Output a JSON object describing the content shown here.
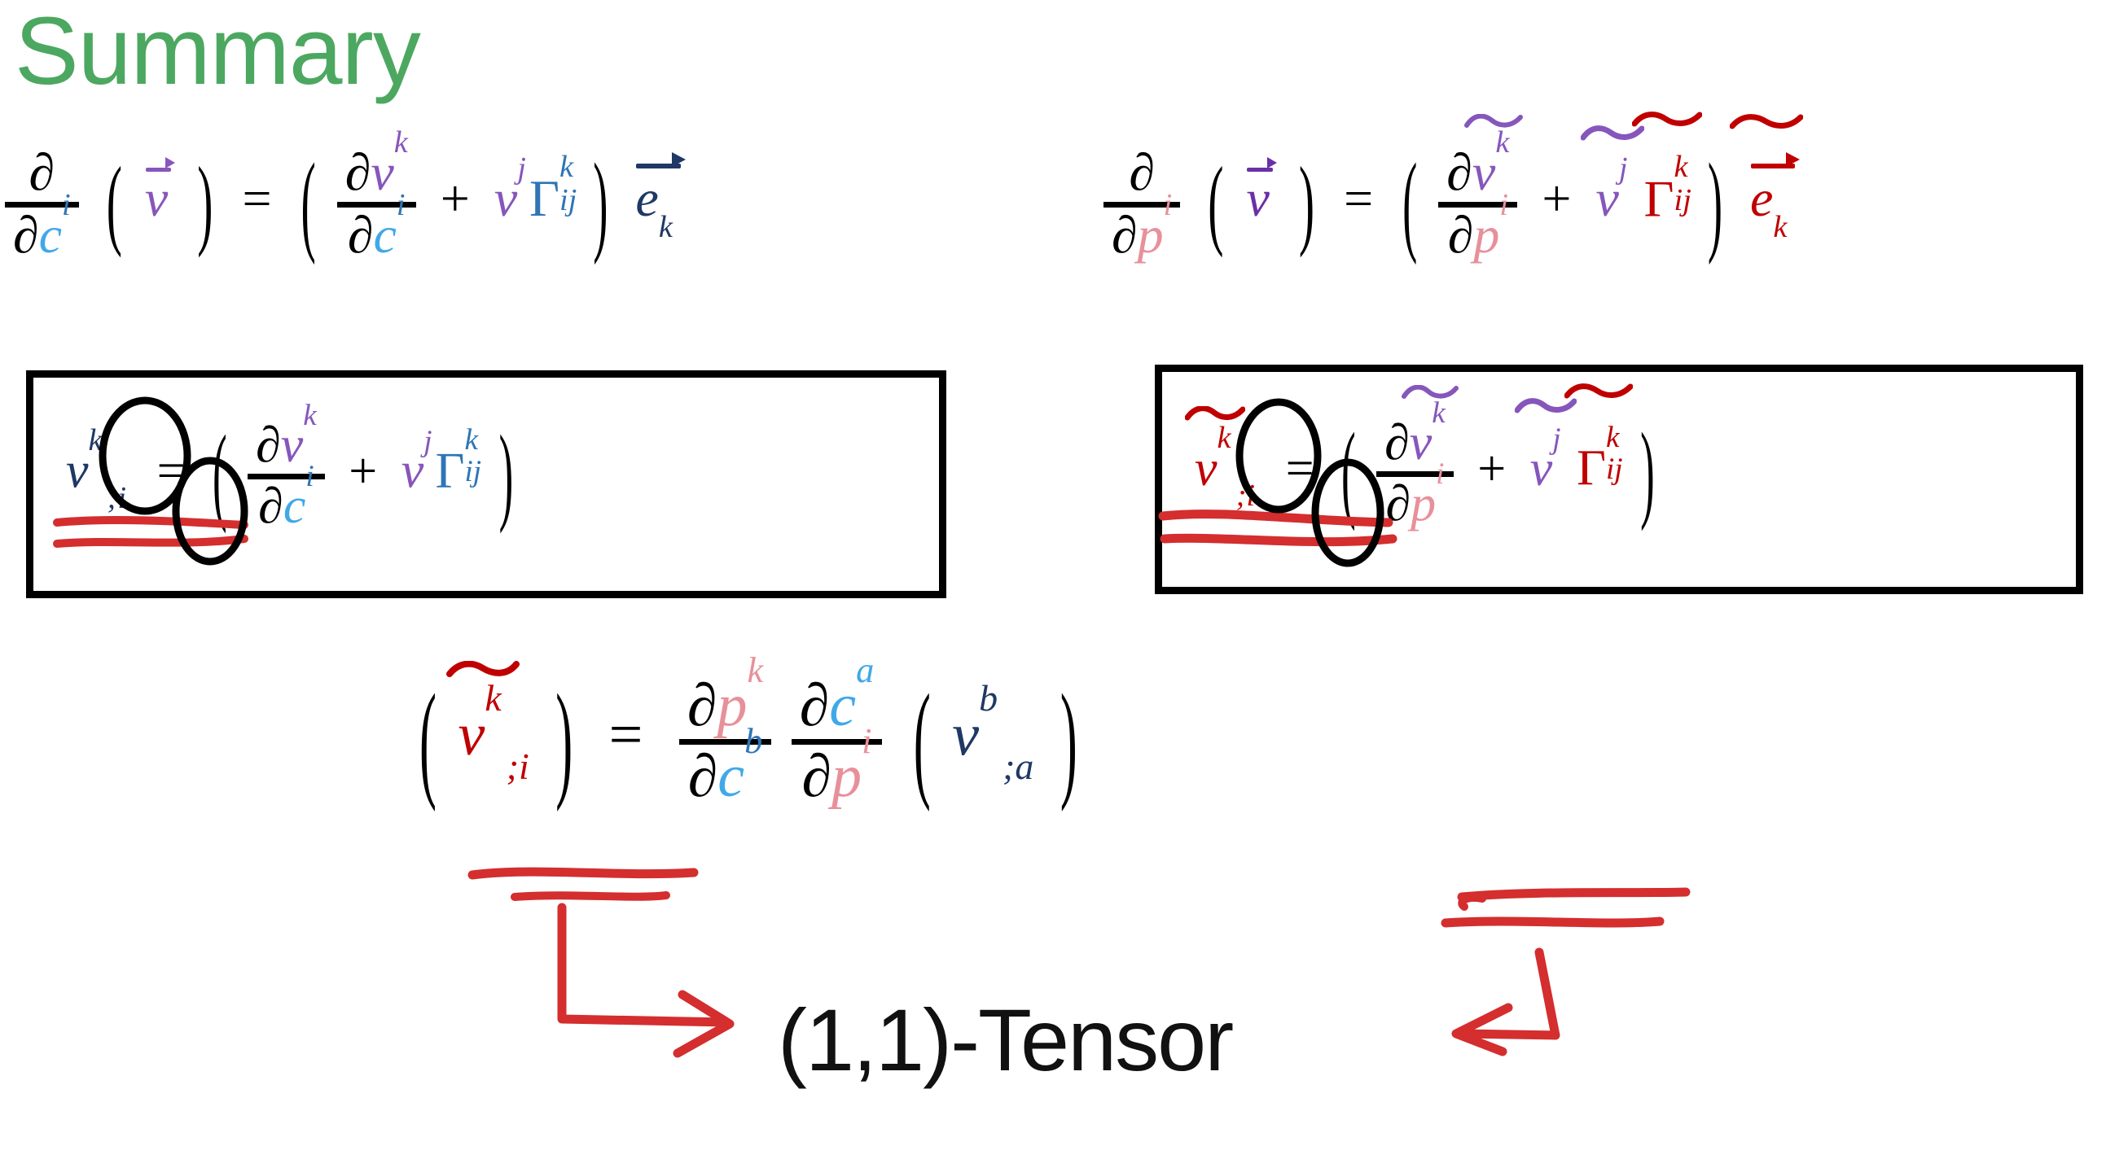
{
  "slide": {
    "title": "Summary",
    "background": "#ffffff"
  },
  "colors": {
    "title_green": "#4CA860",
    "coordinate_c": "#41A8E8",
    "coordinate_p": "#E8909A",
    "vector_v_purple": "#8656BC",
    "christoffel_blue": "#2E75B6",
    "basis_navy": "#1F3864",
    "tilde_red": "#C00000",
    "ink_red": "#D42E2E",
    "black": "#000000"
  },
  "equations": {
    "top_left": {
      "name": "covariant-derivative-c-coordinates",
      "lhs": {
        "partial": "∂",
        "denominator_var": "c",
        "denominator_index": "i",
        "operand_open": "(",
        "operand_var": "v",
        "operand_accent": "vector-arrow",
        "operand_close": ")"
      },
      "equals": "=",
      "rhs": {
        "open_paren": "(",
        "term1_num_partial": "∂",
        "term1_num_var": "v",
        "term1_num_index": "k",
        "term1_den_partial": "∂",
        "term1_den_var": "c",
        "term1_den_index": "i",
        "plus": "+",
        "term2_var": "v",
        "term2_index": "j",
        "christoffel": "Γ",
        "christoffel_upper": "k",
        "christoffel_lower": "ij",
        "close_paren": ")",
        "basis_var": "e",
        "basis_index": "k",
        "basis_accent": "vector-arrow"
      }
    },
    "top_right": {
      "name": "covariant-derivative-p-coordinates",
      "lhs": {
        "partial": "∂",
        "denominator_var": "p",
        "denominator_index": "i",
        "operand_open": "(",
        "operand_var": "v",
        "operand_accent": "vector-arrow",
        "operand_close": ")"
      },
      "equals": "=",
      "rhs": {
        "open_paren": "(",
        "term1_num_partial": "∂",
        "term1_num_var": "v",
        "term1_num_index": "k",
        "term1_num_accent": "tilde",
        "term1_den_partial": "∂",
        "term1_den_var": "p",
        "term1_den_index": "i",
        "plus": "+",
        "term2_var": "v",
        "term2_index": "j",
        "term2_accent": "tilde",
        "christoffel": "Γ",
        "christoffel_upper": "k",
        "christoffel_lower": "ij",
        "christoffel_accent": "tilde",
        "close_paren": ")",
        "basis_var": "e",
        "basis_index": "k",
        "basis_accent": "tilde-vector-arrow"
      }
    },
    "boxed_left": {
      "name": "covariant-derivative-components-c",
      "lhs_var": "v",
      "lhs_upper": "k",
      "lhs_lower": ";i",
      "equals": "=",
      "rhs": {
        "open_paren": "(",
        "num_partial": "∂",
        "num_var": "v",
        "num_index": "k",
        "den_partial": "∂",
        "den_var": "c",
        "den_index": "i",
        "plus": "+",
        "term2_var": "v",
        "term2_index": "j",
        "christoffel": "Γ",
        "christoffel_upper": "k",
        "christoffel_lower": "ij",
        "close_paren": ")"
      },
      "annotations": [
        "circle-around-k",
        "circle-around-semicolon-i",
        "red-double-underline"
      ]
    },
    "boxed_right": {
      "name": "covariant-derivative-components-p",
      "lhs_var": "v",
      "lhs_accent": "tilde",
      "lhs_upper": "k",
      "lhs_lower": ";i",
      "equals": "=",
      "rhs": {
        "open_paren": "(",
        "num_partial": "∂",
        "num_var": "v",
        "num_index": "k",
        "num_accent": "tilde",
        "den_partial": "∂",
        "den_var": "p",
        "den_index": "i",
        "plus": "+",
        "term2_var": "v",
        "term2_index": "j",
        "term2_accent": "tilde",
        "christoffel": "Γ",
        "christoffel_upper": "k",
        "christoffel_lower": "ij",
        "christoffel_accent": "tilde",
        "close_paren": ")"
      },
      "annotations": [
        "circle-around-k",
        "circle-around-semicolon-i",
        "red-double-underline"
      ]
    },
    "bottom": {
      "name": "tensor-transformation-law",
      "lhs": {
        "open_paren": "(",
        "var": "v",
        "accent": "tilde",
        "upper": "k",
        "lower": ";i",
        "close_paren": ")"
      },
      "equals": "=",
      "jacobian1": {
        "num_partial": "∂",
        "num_var": "p",
        "num_index": "k",
        "den_partial": "∂",
        "den_var": "c",
        "den_index": "b"
      },
      "jacobian2": {
        "num_partial": "∂",
        "num_var": "c",
        "num_index": "a",
        "den_partial": "∂",
        "den_var": "p",
        "den_index": "i"
      },
      "rhs": {
        "open_paren": "(",
        "var": "v",
        "upper": "b",
        "lower": ";a",
        "close_paren": ")"
      },
      "annotations": [
        "red-double-underline-left",
        "red-double-underline-right"
      ]
    }
  },
  "callout": {
    "label": "(1,1)-Tensor",
    "arrow_left": "elbow-arrow-right",
    "arrow_right": "elbow-arrow-left"
  }
}
